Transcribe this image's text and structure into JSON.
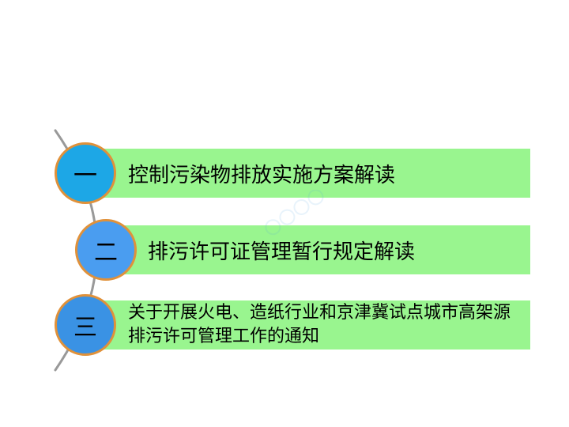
{
  "items": [
    {
      "number": "一",
      "text": "控制污染物排放实施方案解读"
    },
    {
      "number": "二",
      "text": "排污许可证管理暂行规定解读"
    },
    {
      "number": "三",
      "text": "关于开展火电、造纸行业和京津冀试点城市高架源排污许可管理工作的通知"
    }
  ],
  "colors": {
    "bar": "#99f58f",
    "badge_border": "#e0913a",
    "badge_1": "#1da7e6",
    "badge_2": "#4a9df0",
    "badge_3": "#3a92e4",
    "arc": "#999999"
  }
}
